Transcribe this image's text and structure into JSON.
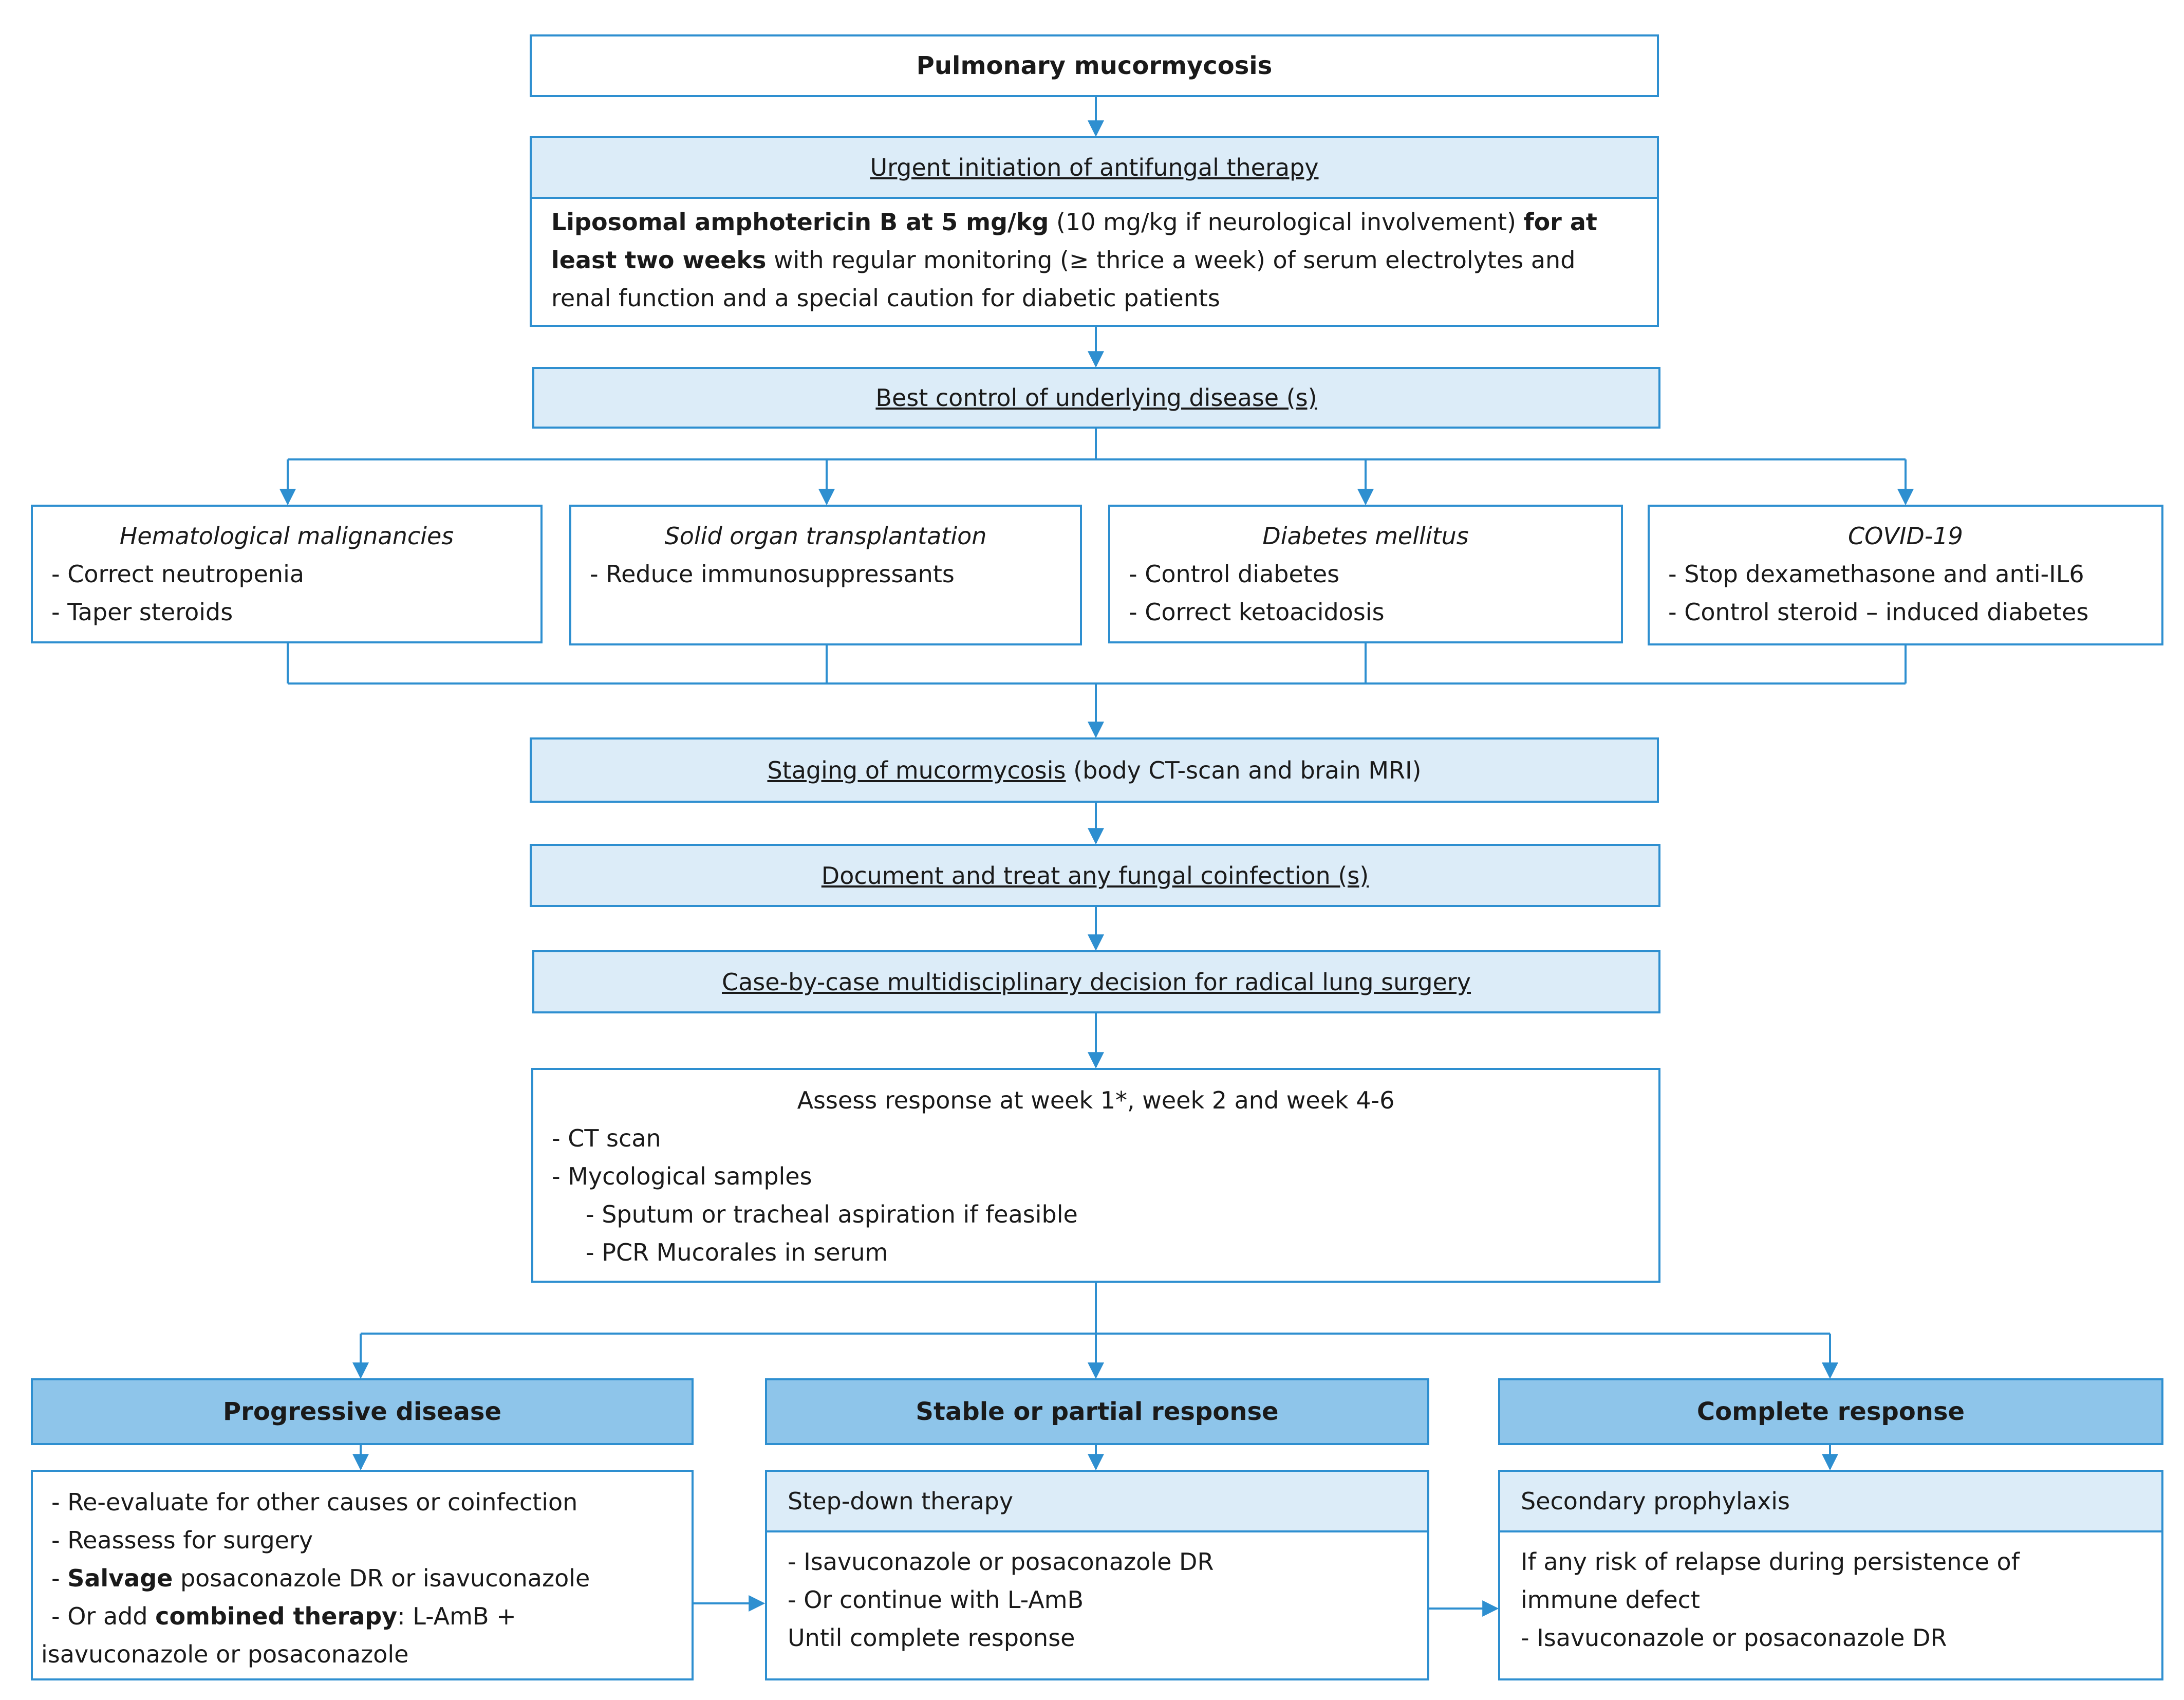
{
  "title": "Pulmonary mucormycosis",
  "urgent": {
    "header": "Urgent  initiation of antifungal therapy",
    "line1_bold": "Liposomal amphotericin B at 5 mg/kg",
    "line1_rest": " (10 mg/kg  if neurological involvement) ",
    "line1_bold2": "for at",
    "line2_bold": "least two weeks",
    "line2_rest": " with regular monitoring (≥ thrice a week) of serum electrolytes and",
    "line3": "renal function and a special caution for diabetic patients"
  },
  "best_control": "Best control of underlying disease (s)",
  "underlying": [
    {
      "title": "Hematological malignancies",
      "items": [
        "- Correct neutropenia",
        "- Taper steroids"
      ]
    },
    {
      "title": "Solid organ transplantation",
      "items": [
        "- Reduce immunosuppressants"
      ]
    },
    {
      "title": "Diabetes mellitus",
      "items": [
        "- Control diabetes",
        "- Correct ketoacidosis"
      ]
    },
    {
      "title": "COVID-19",
      "items": [
        "- Stop dexamethasone and anti-IL6",
        "- Control steroid – induced diabetes"
      ]
    }
  ],
  "staging": {
    "underlined": "Staging of mucormycosis",
    "rest": " (body CT-scan and brain MRI)"
  },
  "coinfection": "Document  and treat any fungal coinfection (s)",
  "surgery": "Case-by-case multidisciplinary decision for radical lung surgery",
  "assess": {
    "title": "Assess response at week  1*, week  2 and week  4-6",
    "items": [
      "- CT scan",
      "- Mycological samples"
    ],
    "sub_items": [
      "- Sputum or tracheal aspiration if feasible",
      "- PCR Mucorales in serum"
    ]
  },
  "outcomes": {
    "progressive": {
      "header": "Progressive disease",
      "line1": "- Re-evaluate for other causes or coinfection",
      "line2": "- Reassess for surgery",
      "line3_prefix": "- ",
      "line3_bold": "Salvage",
      "line3_rest": "  posaconazole DR or isavuconazole",
      "line4_prefix": "- Or add ",
      "line4_bold": "combined therapy",
      "line4_rest": ": L-AmB  +",
      "line5": "isavuconazole or posaconazole"
    },
    "stable": {
      "header": "Stable or partial  response",
      "subheader": "Step-down  therapy",
      "items": [
        "- Isavuconazole or posaconazole DR",
        "- Or continue with L-AmB",
        "Until complete response"
      ]
    },
    "complete": {
      "header": "Complete response",
      "subheader": "Secondary prophylaxis",
      "items": [
        "If any risk of relapse during persistence of",
        "immune defect",
        "- Isavuconazole or posaconazole DR"
      ]
    }
  },
  "colors": {
    "line": "#2e8fd0",
    "light_fill": "#dcecf8",
    "dark_fill": "#8ec5ea"
  }
}
